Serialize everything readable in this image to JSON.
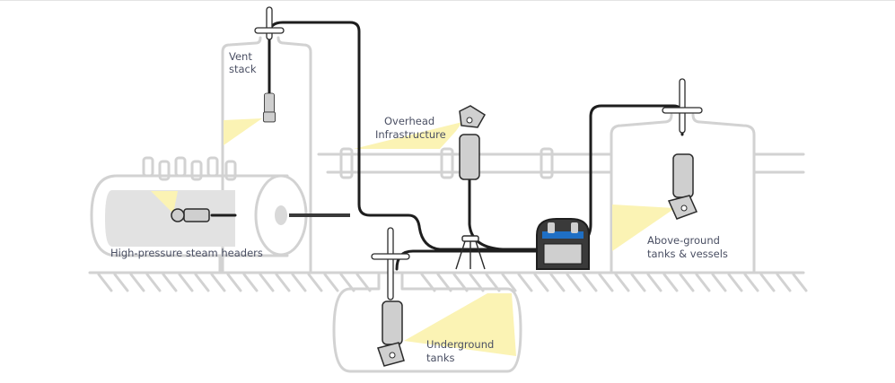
{
  "diagram": {
    "title": "Inspection camera deployment scenarios",
    "labels": {
      "vent_stack_line1": "Vent",
      "vent_stack_line2": "stack",
      "overhead_line1": "Overhead",
      "overhead_line2": "Infrastructure",
      "steam_headers": "High-pressure steam headers",
      "above_ground_line1": "Above-ground",
      "above_ground_line2": "tanks & vessels",
      "underground_line1": "Underground",
      "underground_line2": "tanks"
    },
    "colors": {
      "structure": "#d2d2d2",
      "cable": "#1e1e1e",
      "light_beam": "#fbf3b4",
      "controller_accent": "#1f6fc4",
      "label_text": "#4a4f63"
    }
  }
}
